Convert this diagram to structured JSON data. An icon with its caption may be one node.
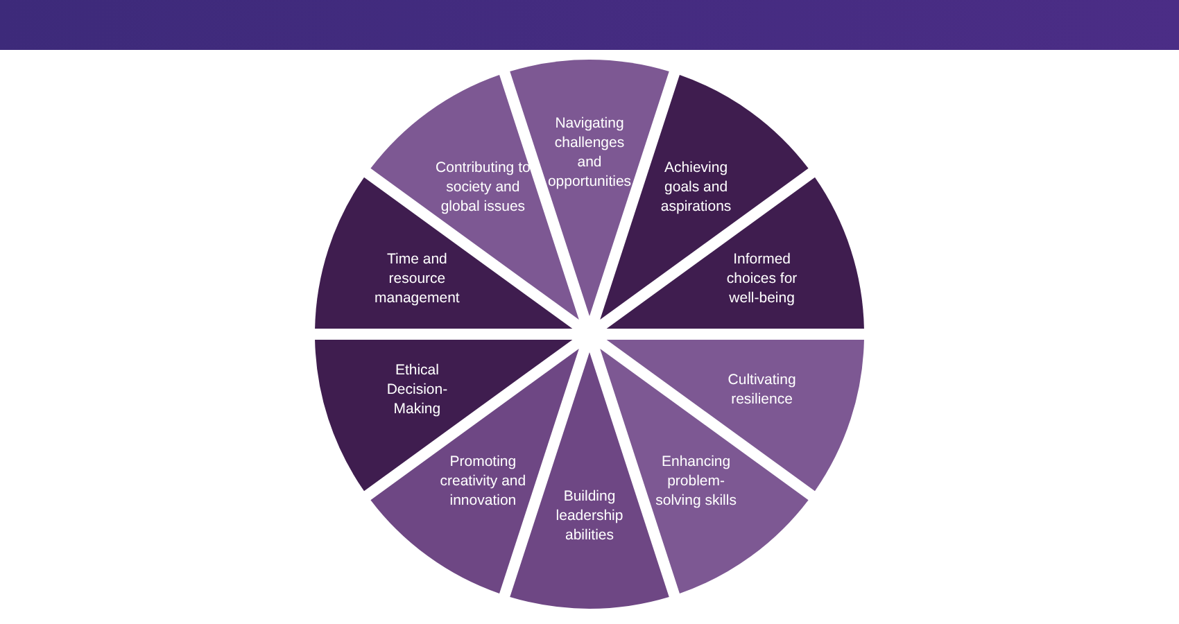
{
  "diagram": {
    "nodes": [
      {
        "text": [
          "Navigating challenges and opportunities"
        ]
      },
      {
        "text": [
          "Achieving goals and aspirations"
        ]
      },
      {
        "text": [
          "Informed choices for well-being"
        ]
      },
      {
        "text": [
          "Cultivating resilience"
        ]
      },
      {
        "text": [
          "Enhancing problem-solving skills"
        ]
      },
      {
        "text": [
          "Building leadership abilities"
        ]
      },
      {
        "text": [
          "Promoting creativity and innovation"
        ]
      },
      {
        "text": [
          "Ethical Decision-Making"
        ]
      },
      {
        "text": [
          "Time and resource management"
        ]
      },
      {
        "text": [
          "Contributing to society and global issues"
        ]
      }
    ]
  }
}
